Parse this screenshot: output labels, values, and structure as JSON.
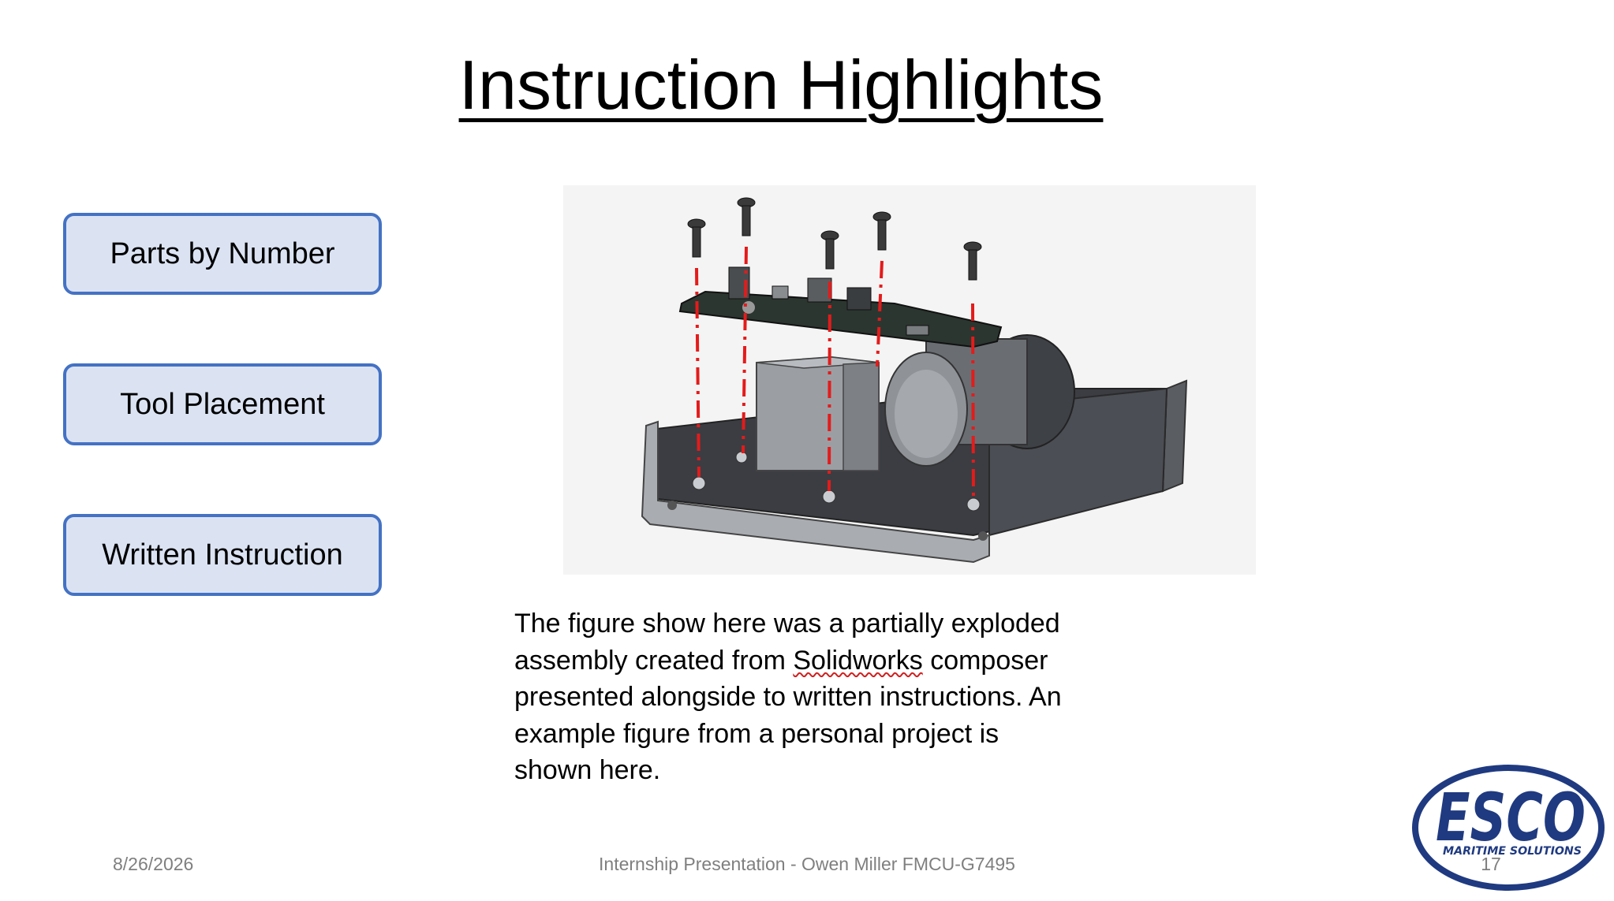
{
  "slide": {
    "title": "Instruction Highlights",
    "buttons": [
      {
        "label": "Parts by Number"
      },
      {
        "label": "Tool Placement"
      },
      {
        "label": "Written Instruction"
      }
    ],
    "description": {
      "before": "The figure show here was a partially exploded assembly created from ",
      "flagged_word": "Solidworks",
      "after": " composer presented alongside to written instructions. An example figure from a personal project is shown here."
    },
    "footer": {
      "date": "8/26/2026",
      "center": "Internship Presentation - Owen Miller FMCU-G7495",
      "page_number": "17"
    },
    "logo": {
      "wordmark": "ESCO",
      "tagline": "MARITIME SOLUTIONS"
    }
  },
  "colors": {
    "button_fill": "#dbe3f3",
    "button_border": "#4472c4",
    "logo_navy": "#1f3a80",
    "guide_red": "#e41b1b"
  },
  "icons": {
    "logo": "esco-maritime-logo",
    "figure": "exploded-assembly-illustration"
  }
}
